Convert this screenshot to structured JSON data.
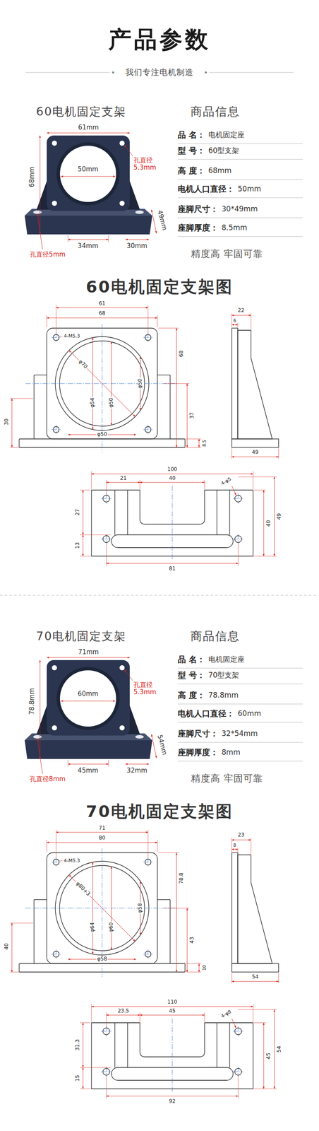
{
  "diagram": {
    "title": "产品参数",
    "labels": [
      "我们专注电机制造",
      "60电机固定支架",
      "商品信息",
      "61mm",
      "孔直径 5.3mm",
      "68mm",
      "50mm",
      "49mm",
      "34mm",
      "30mm",
      "孔直径5mm",
      "品 名：",
      "电机固定座",
      "型 号：",
      "60型支架",
      "高 度：",
      "68mm",
      "电机人口直径：",
      "50mm",
      "座脚尺寸：",
      "30*49mm",
      "座脚厚度：",
      "8.5mm",
      "精度高 牢固可靠",
      "60电机固定支架图",
      "61",
      "68",
      "4-M5.3",
      "φ70",
      "φ54",
      "φ50",
      "φ50",
      "φ50",
      "68",
      "37",
      "8.5",
      "30",
      "22",
      "6",
      "49",
      "100",
      "21",
      "40",
      "4-φ5",
      "27",
      "13",
      "40",
      "49",
      "81",
      "70电机固定支架",
      "商品信息",
      "71mm",
      "孔直径 5.3mm",
      "78.8mm",
      "60mm",
      "54mm",
      "45mm",
      "32mm",
      "孔直径8mm",
      "品 名：",
      "电机固定座",
      "型 号：",
      "70型支架",
      "高 度：",
      "78.8mm",
      "电机人口直径：",
      "60mm",
      "座脚尺寸：",
      "32*54mm",
      "座脚厚度：",
      "8mm",
      "精度高 牢固可靠",
      "70电机固定支架图",
      "71",
      "80",
      "4-M5.3",
      "φ80+3",
      "φ64",
      "φ60",
      "φ58",
      "φ58",
      "78.8",
      "43",
      "10",
      "40",
      "23",
      "8",
      "54",
      "110",
      "23.5",
      "45",
      "4-φ8",
      "31.3",
      "15",
      "45",
      "54",
      "92"
    ]
  }
}
